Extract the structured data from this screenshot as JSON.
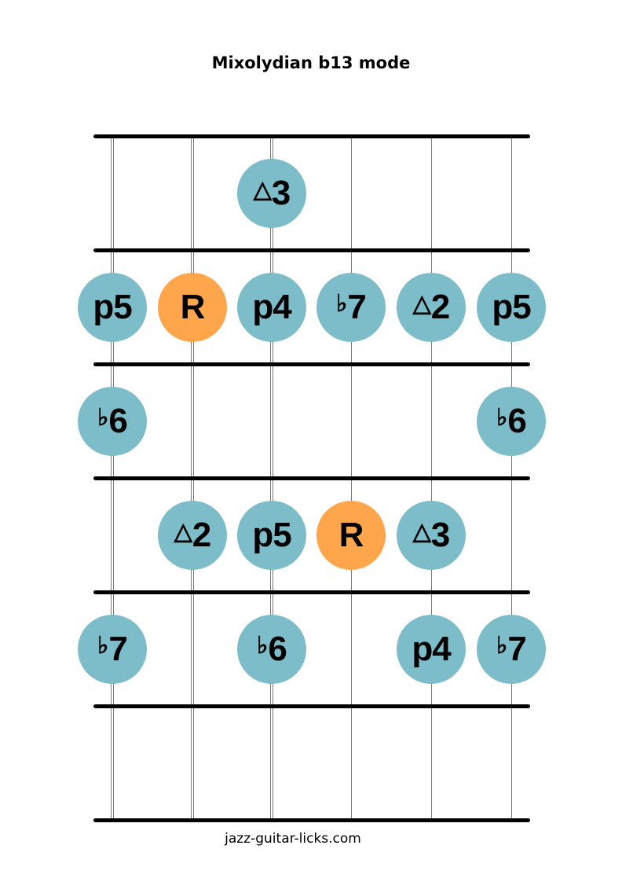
{
  "title": "Mixolydian b13 mode",
  "footer": "jazz-guitar-licks.com",
  "colors": {
    "interval": "#7dbdc9",
    "root": "#ffa64d",
    "lines": "#000000",
    "strings": "#7a7a7a"
  },
  "diagram": {
    "frets_y": [
      173,
      318,
      463,
      608,
      753,
      898,
      1043
    ],
    "strings_x": [
      143,
      245,
      346,
      447,
      549,
      651
    ],
    "double_strings": [
      0,
      1,
      2
    ],
    "notes": [
      {
        "fret": 0,
        "string": 2,
        "label": "△3",
        "type": "interval"
      },
      {
        "fret": 1,
        "string": 0,
        "label": "p5",
        "type": "interval"
      },
      {
        "fret": 1,
        "string": 1,
        "label": "R",
        "type": "root"
      },
      {
        "fret": 1,
        "string": 2,
        "label": "p4",
        "type": "interval"
      },
      {
        "fret": 1,
        "string": 3,
        "label": "♭7",
        "type": "interval"
      },
      {
        "fret": 1,
        "string": 4,
        "label": "△2",
        "type": "interval"
      },
      {
        "fret": 1,
        "string": 5,
        "label": "p5",
        "type": "interval"
      },
      {
        "fret": 2,
        "string": 0,
        "label": "♭6",
        "type": "interval"
      },
      {
        "fret": 2,
        "string": 5,
        "label": "♭6",
        "type": "interval"
      },
      {
        "fret": 3,
        "string": 1,
        "label": "△2",
        "type": "interval"
      },
      {
        "fret": 3,
        "string": 2,
        "label": "p5",
        "type": "interval"
      },
      {
        "fret": 3,
        "string": 3,
        "label": "R",
        "type": "root"
      },
      {
        "fret": 3,
        "string": 4,
        "label": "△3",
        "type": "interval"
      },
      {
        "fret": 4,
        "string": 0,
        "label": "♭7",
        "type": "interval"
      },
      {
        "fret": 4,
        "string": 2,
        "label": "♭6",
        "type": "interval"
      },
      {
        "fret": 4,
        "string": 4,
        "label": "p4",
        "type": "interval"
      },
      {
        "fret": 4,
        "string": 5,
        "label": "♭7",
        "type": "interval"
      }
    ]
  }
}
